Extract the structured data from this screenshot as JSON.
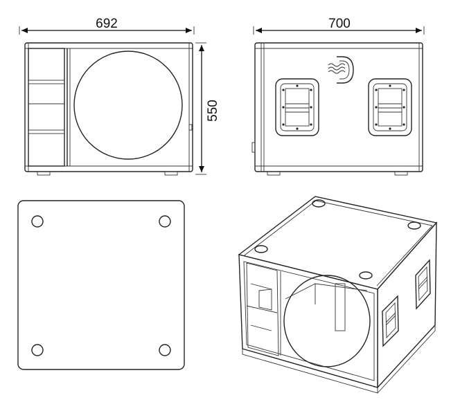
{
  "dimensions": {
    "front_width": "692",
    "side_depth": "700",
    "height": "550"
  },
  "views": [
    "front-view",
    "side-view",
    "top-view",
    "perspective-view"
  ],
  "logo": "D"
}
